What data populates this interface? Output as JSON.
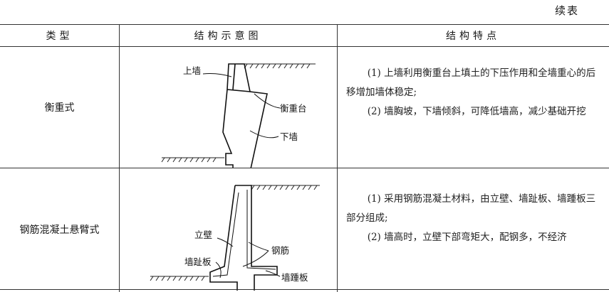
{
  "continued_label": "续表",
  "headers": {
    "type": "类型",
    "diagram": "结构示意图",
    "features": "结构特点"
  },
  "rows": [
    {
      "type": "衡重式",
      "labels": {
        "upper_wall": "上墙",
        "balance_platform": "衡重台",
        "lower_wall": "下墙"
      },
      "features": [
        "(1) 上墙利用衡重台上填土的下压作用和全墙重心的后移增加墙体稳定;",
        "(2) 墙胸坡，下墙倾斜，可降低墙高，减少基础开挖"
      ]
    },
    {
      "type": "钢筋混凝土悬臂式",
      "labels": {
        "vertical_wall": "立壁",
        "rebar": "钢筋",
        "toe_slab": "墙趾板",
        "heel_slab": "墙踵板"
      },
      "features": [
        "(1) 采用钢筋混凝土材料，由立壁、墙趾板、墙踵板三部分组成;",
        "(2) 墙高时，立壁下部弯矩大，配钢多，不经济"
      ]
    }
  ]
}
